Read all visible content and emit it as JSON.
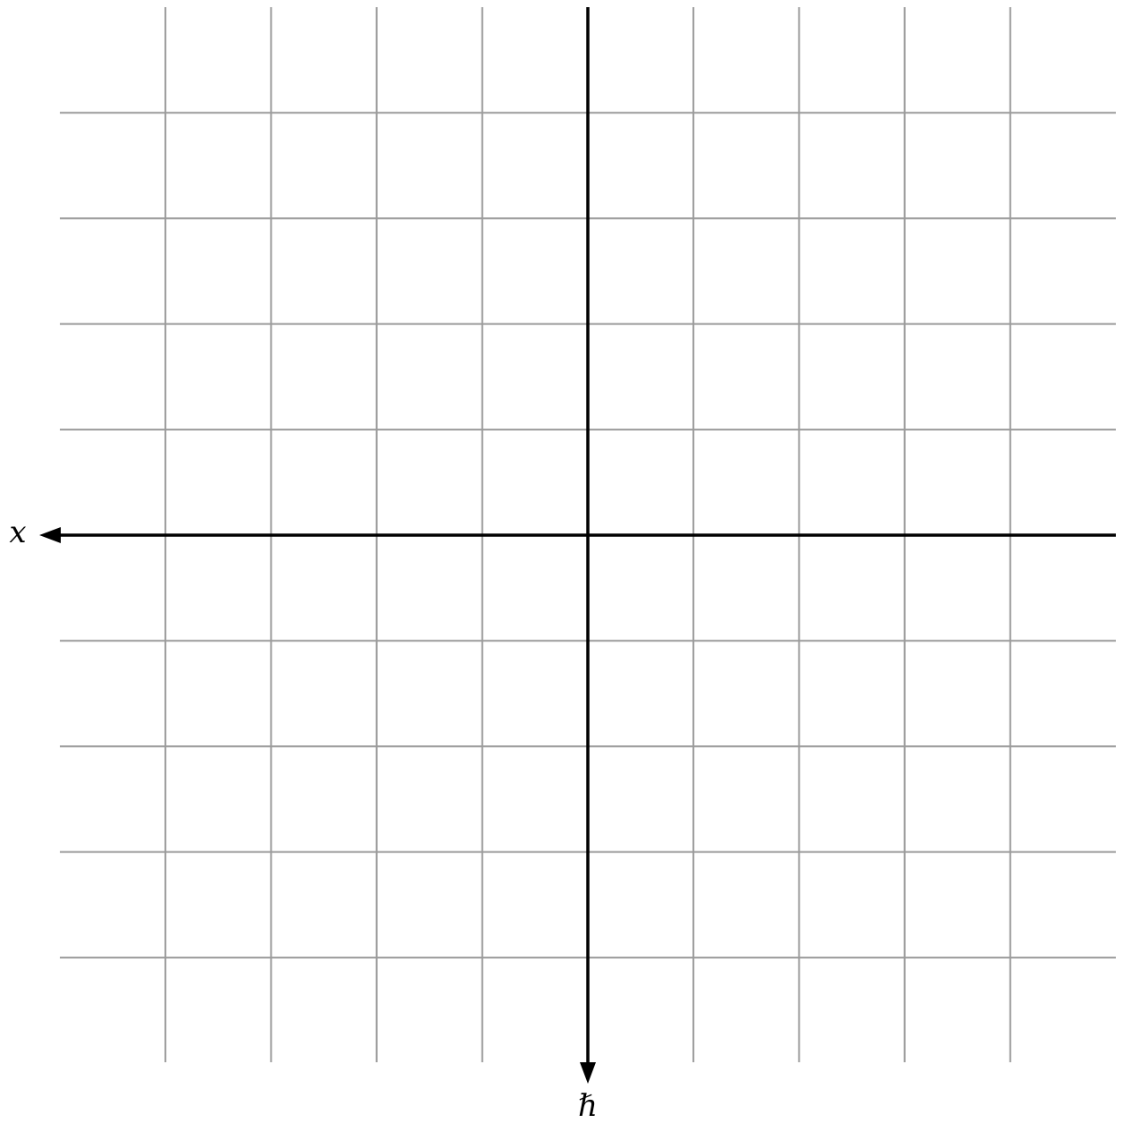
{
  "diagram": {
    "type": "coordinate-grid",
    "horizontal_axis": {
      "label": "x",
      "arrow_direction": "left"
    },
    "vertical_axis": {
      "label": "ℏ",
      "arrow_direction": "down"
    },
    "grid": {
      "shown": true,
      "cells_across": 10,
      "cells_down": 10
    },
    "colors": {
      "grid": "#9b9b9b",
      "axis": "#000000",
      "background": "#ffffff"
    }
  }
}
